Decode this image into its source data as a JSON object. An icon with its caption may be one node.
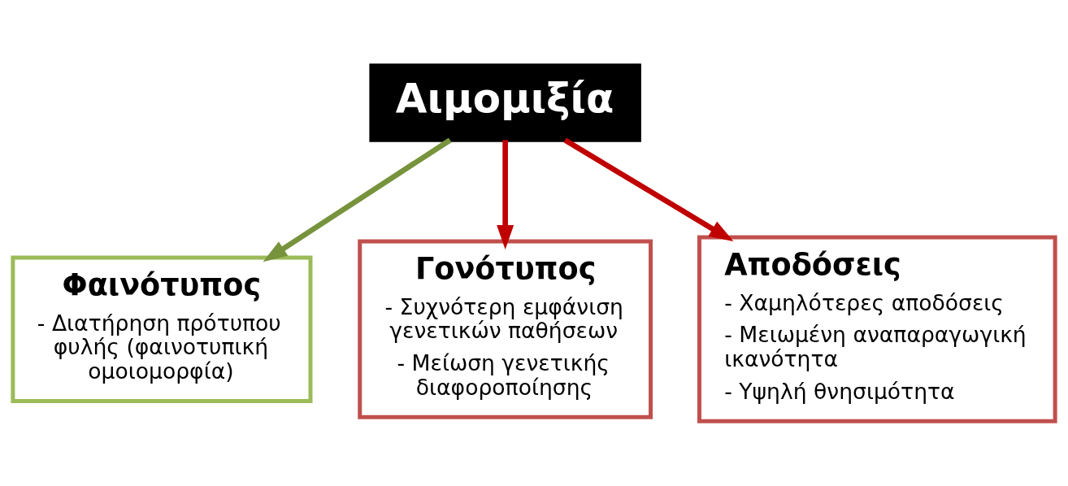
{
  "diagram": {
    "nodes": [
      {
        "text": [
          "Αιμομιξία"
        ]
      },
      {
        "text": [
          "Φαινότυπος",
          "- Διατήρηση πρότυπου φυλής (φαινοτυπική ομοιομορφία)"
        ]
      },
      {
        "text": [
          "Γονότυπος",
          "- Συχνότερη εμφάνιση γενετικών παθήσεων",
          "- Μείωση γενετικής διαφοροποίησης"
        ]
      },
      {
        "text": [
          "Αποδόσεις",
          "- Χαμηλότερες αποδόσεις",
          "- Μειωμένη αναπαραγωγική ικανότητα",
          "- Υψηλή θνησιμότητα"
        ]
      }
    ],
    "edges": [
      {
        "from": 0,
        "to": 1,
        "arrow": "to",
        "color": "#77933c"
      },
      {
        "from": 0,
        "to": 2,
        "arrow": "to"
      },
      {
        "from": 0,
        "to": 3,
        "arrow": "to"
      }
    ]
  }
}
